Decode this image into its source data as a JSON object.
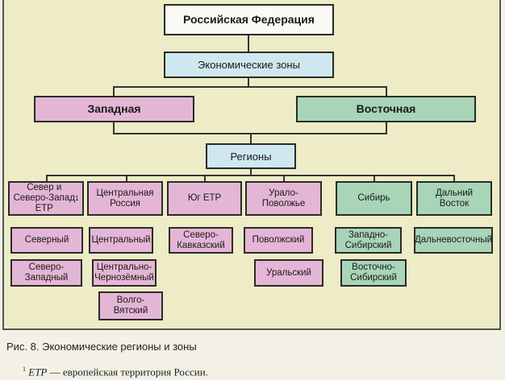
{
  "root": "Российская Федерация",
  "zones_title": "Экономические зоны",
  "zones": [
    "Западная",
    "Восточная"
  ],
  "regions_title": "Регионы",
  "groups": [
    {
      "label": "Север и\nСеверо-Запад\nЕТР",
      "sup": "1",
      "regions": [
        "Северный",
        "Северо-\nЗападный"
      ]
    },
    {
      "label": "Центральная\nРоссия",
      "regions": [
        "Центральный",
        "Центрально-\nЧернозёмный",
        "Волго-\nВятский"
      ]
    },
    {
      "label": "Юг ЕТР",
      "regions": [
        "Северо-\nКавказский"
      ]
    },
    {
      "label": "Урало-\nПоволжье",
      "regions": [
        "Поволжский",
        "Уральский"
      ]
    },
    {
      "label": "Сибирь",
      "regions": [
        "Западно-\nСибирский",
        "Восточно-\nСибирский"
      ]
    },
    {
      "label": "Дальний\nВосток",
      "regions": [
        "Дальневосточный"
      ]
    }
  ],
  "caption": "Рис. 8. Экономические регионы и зоны",
  "footnote": {
    "mark": "1",
    "abbr": "ETP",
    "text": " — европейская территория России."
  },
  "colors": {
    "west": "#e4b6d5",
    "east": "#a8d5b7",
    "blue": "#cfe8ef"
  }
}
